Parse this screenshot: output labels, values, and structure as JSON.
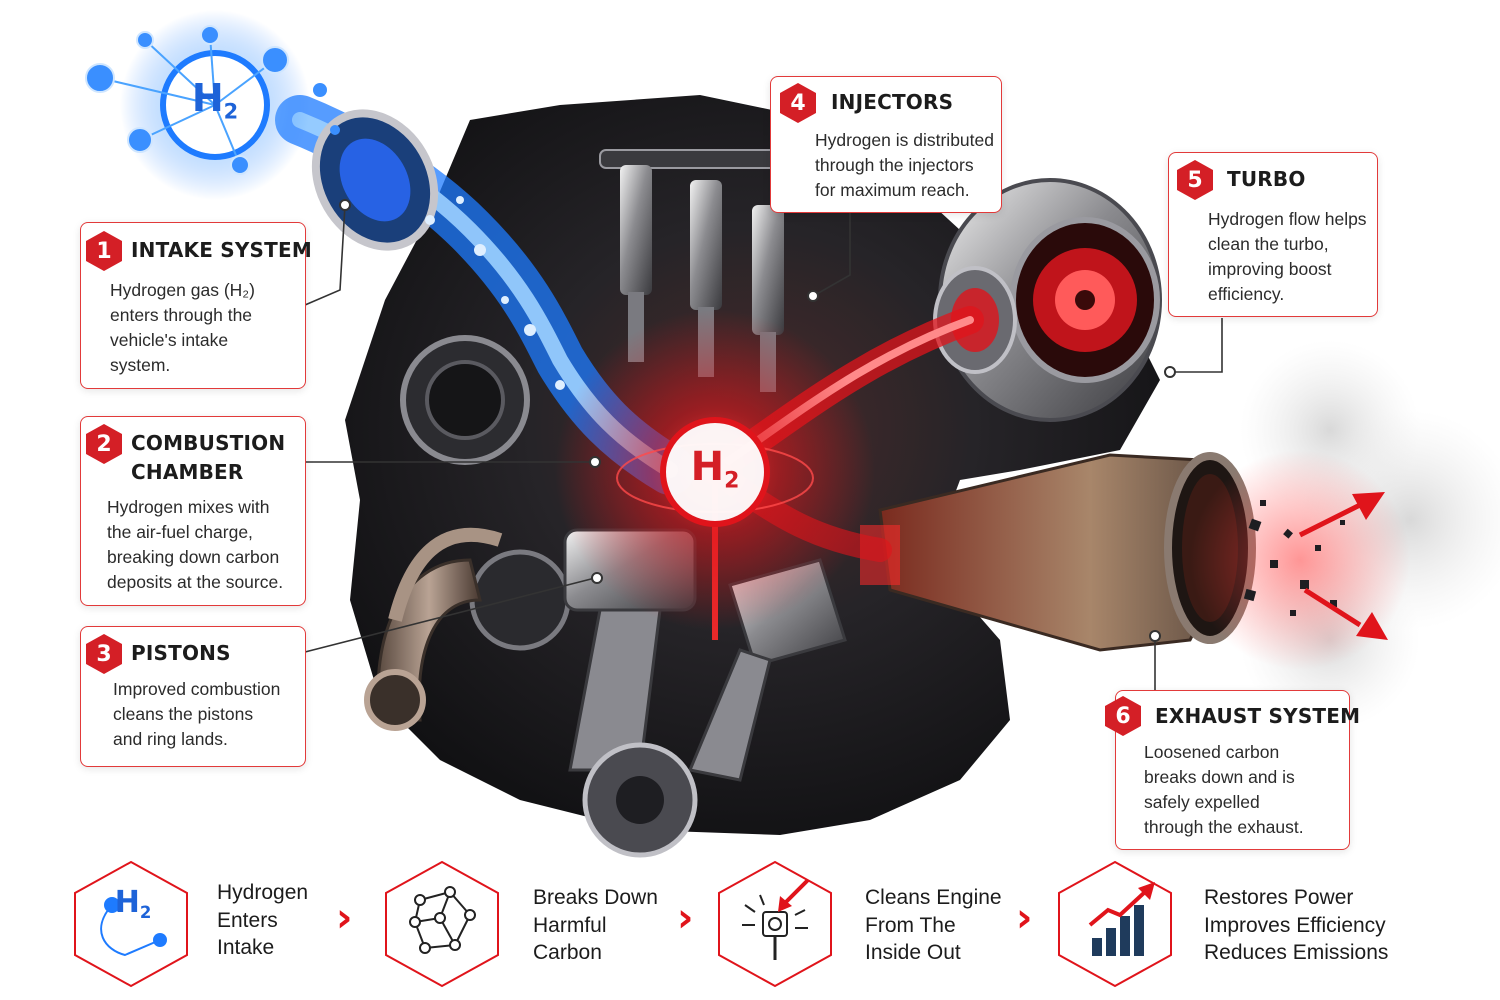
{
  "colors": {
    "accent": "#e0141b",
    "hydrogen_blue": "#1e7bff",
    "engine_dark": "#1c1c1f",
    "callout_border": "#e23a3a"
  },
  "hero": {
    "intake_molecule": {
      "symbol": "H",
      "subscript": "2"
    },
    "core_molecule": {
      "symbol": "H",
      "subscript": "2"
    }
  },
  "callouts": [
    {
      "num": "1",
      "title": "INTAKE SYSTEM",
      "body": "Hydrogen gas (H₂)\nenters through the\nvehicle's intake\nsystem."
    },
    {
      "num": "2",
      "title": "COMBUSTION\nCHAMBER",
      "body": "Hydrogen mixes with\nthe air-fuel charge,\nbreaking down carbon\ndeposits at the source."
    },
    {
      "num": "3",
      "title": "PISTONS",
      "body": "Improved combustion\ncleans the pistons\nand ring lands."
    },
    {
      "num": "4",
      "title": "INJECTORS",
      "body": "Hydrogen is distributed\nthrough the injectors\nfor maximum reach."
    },
    {
      "num": "5",
      "title": "TURBO",
      "body": "Hydrogen flow helps\nclean the turbo,\nimproving boost\nefficiency."
    },
    {
      "num": "6",
      "title": "EXHAUST SYSTEM",
      "body": "Loosened carbon\nbreaks down and is\nsafely expelled\nthrough the exhaust."
    }
  ],
  "steps": [
    {
      "icon": "h2-molecule-icon",
      "icon_text": {
        "symbol": "H",
        "subscript": "2"
      },
      "text": "Hydrogen\nEnters\nIntake"
    },
    {
      "icon": "carbon-network-icon",
      "text": "Breaks Down\nHarmful\nCarbon"
    },
    {
      "icon": "piston-clean-icon",
      "text": "Cleans Engine\nFrom The\nInside Out"
    },
    {
      "icon": "growth-chart-icon",
      "text": "Restores Power\nImproves Efficiency\nReduces Emissions"
    }
  ],
  "step_separator": "›"
}
